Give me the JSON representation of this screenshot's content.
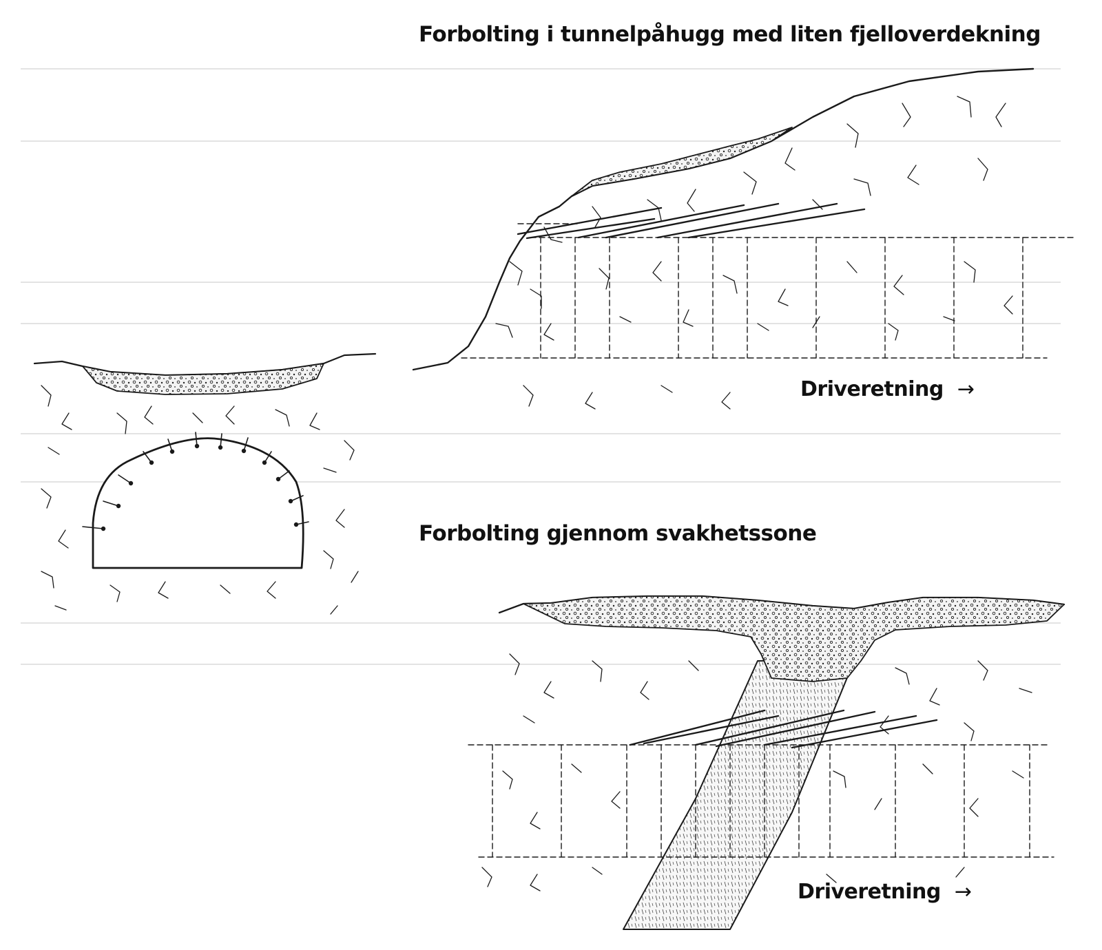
{
  "figure": {
    "title_top": "Forbolting i tunnelpåhugg med liten fjelloverdekning",
    "title_bottom": "Forbolting gjennom svakhetssone",
    "direction_label_top": "Driveretning",
    "direction_label_bottom": "Driveretning",
    "arrow_glyph": "→"
  },
  "colors": {
    "ink": "#1a1a1a",
    "paper": "#ffffff",
    "soil_fill": "#f1f1f1",
    "ghost": "#c8c8c8"
  },
  "icons": [
    "rock-crack-pattern",
    "soil-gravel-pattern",
    "rock-bolt",
    "tunnel-section-outline"
  ]
}
